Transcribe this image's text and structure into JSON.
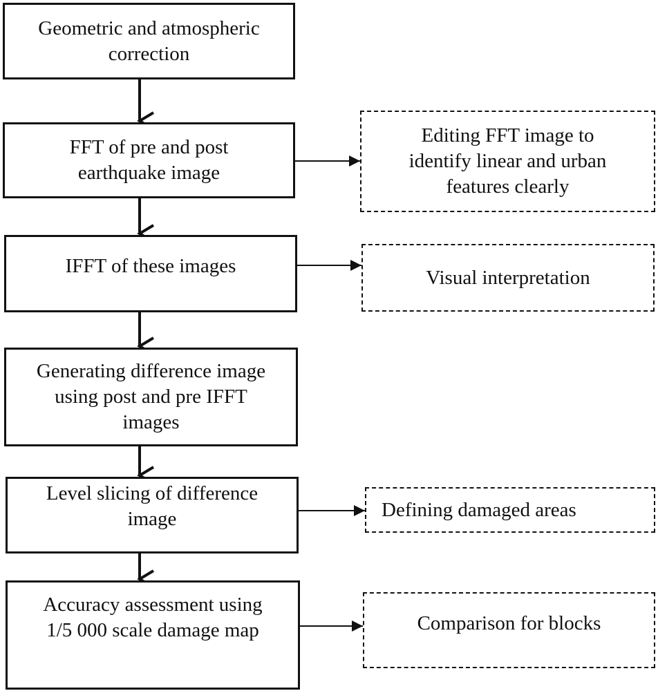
{
  "steps": [
    {
      "id": "step1",
      "label": "Geometric and atmospheric\ncorrection"
    },
    {
      "id": "step2",
      "label": "FFT of pre and post\nearthquake image"
    },
    {
      "id": "step3",
      "label": "IFFT of these images"
    },
    {
      "id": "step4",
      "label": "Generating difference image\nusing post and pre IFFT\nimages"
    },
    {
      "id": "step5",
      "label": "Level slicing of difference\nimage"
    },
    {
      "id": "step6",
      "label": "Accuracy assessment using\n1/5 000 scale damage map"
    }
  ],
  "side_outputs": [
    {
      "id": "side1",
      "label": "Editing FFT image to\nidentify linear and urban\nfeatures clearly"
    },
    {
      "id": "side2",
      "label": "Visual interpretation"
    },
    {
      "id": "side3",
      "label": "Defining damaged areas"
    },
    {
      "id": "side4",
      "label": "Comparison for blocks"
    }
  ],
  "colors": {
    "line": "#111111",
    "background": "#ffffff"
  }
}
